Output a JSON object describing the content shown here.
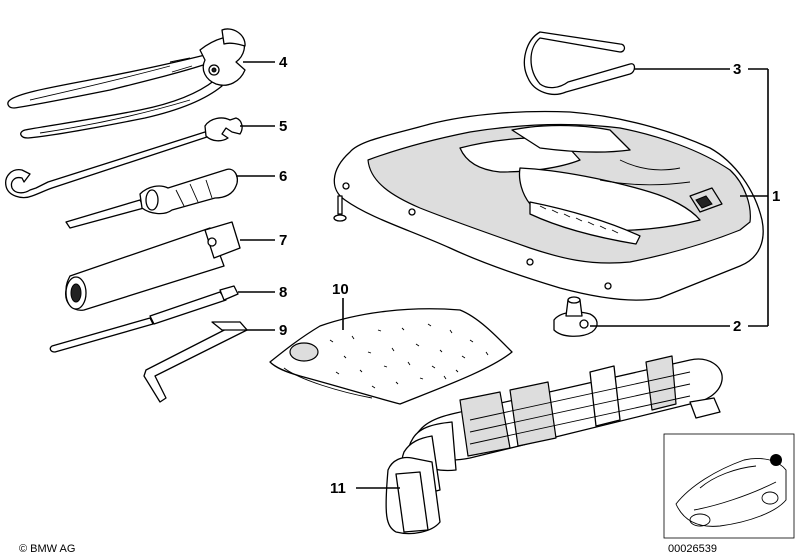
{
  "callouts": {
    "c1": "1",
    "c2": "2",
    "c3": "3",
    "c4": "4",
    "c5": "5",
    "c6": "6",
    "c7": "7",
    "c8": "8",
    "c9": "9",
    "c10": "10",
    "c11": "11"
  },
  "footer": {
    "copyright": "© BMW AG",
    "image_number": "00026539"
  }
}
